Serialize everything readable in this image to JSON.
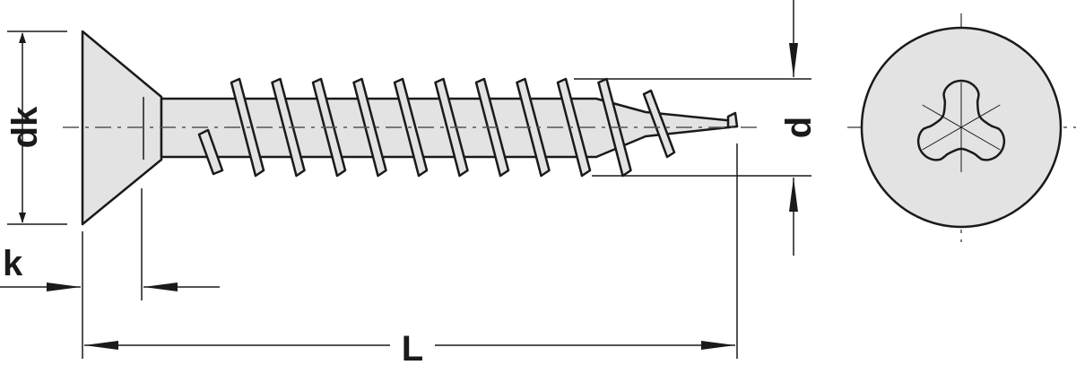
{
  "labels": {
    "dk": "dk",
    "k": "k",
    "L": "L",
    "d": "d"
  },
  "colors": {
    "fill": "#e3e3e3",
    "stroke": "#1a1a1a",
    "centerline": "#555555"
  },
  "icons": {
    "side_view": "countersunk-screw-side",
    "head_view": "torx-head-top"
  }
}
